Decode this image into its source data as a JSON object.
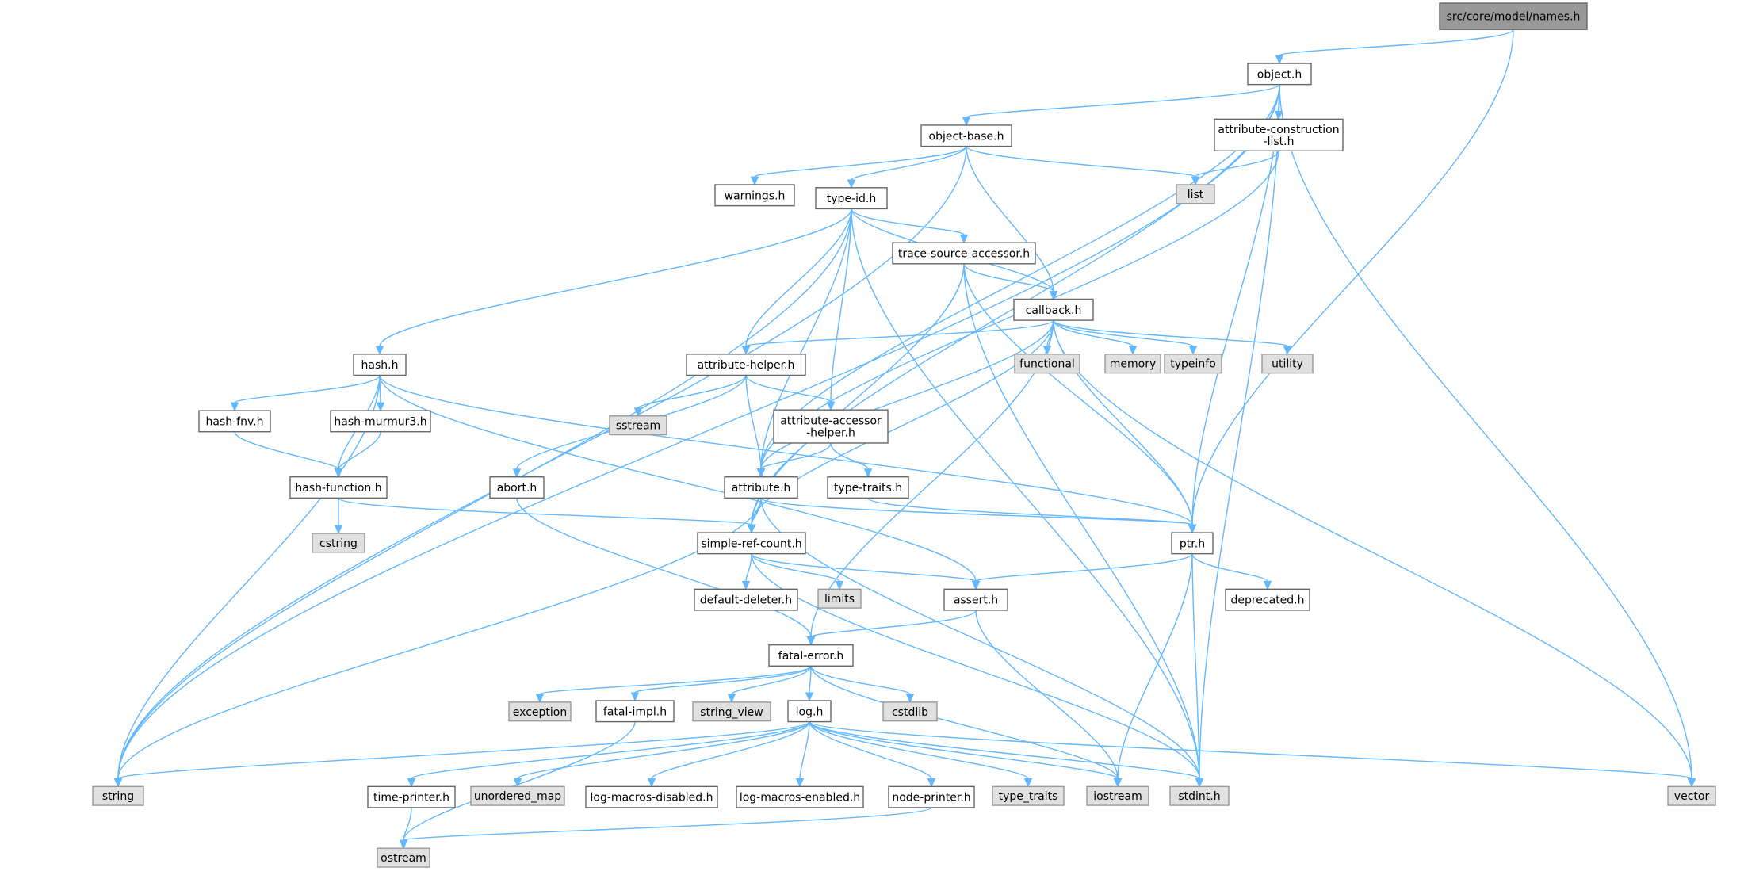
{
  "diagram": {
    "nodes": [
      {
        "id": "names_h",
        "label": "src/core/model/names.h",
        "kind": "root"
      },
      {
        "id": "object_h",
        "label": "object.h",
        "kind": "header"
      },
      {
        "id": "object_base_h",
        "label": "object-base.h",
        "kind": "header"
      },
      {
        "id": "attr_cons_list_h",
        "label": [
          "attribute-construction",
          "-list.h"
        ],
        "kind": "header"
      },
      {
        "id": "list",
        "label": "list",
        "kind": "system"
      },
      {
        "id": "warnings_h",
        "label": "warnings.h",
        "kind": "header"
      },
      {
        "id": "type_id_h",
        "label": "type-id.h",
        "kind": "header"
      },
      {
        "id": "trace_src_acc_h",
        "label": "trace-source-accessor.h",
        "kind": "header"
      },
      {
        "id": "callback_h",
        "label": "callback.h",
        "kind": "header"
      },
      {
        "id": "hash_h",
        "label": "hash.h",
        "kind": "header"
      },
      {
        "id": "attr_helper_h",
        "label": "attribute-helper.h",
        "kind": "header"
      },
      {
        "id": "functional",
        "label": "functional",
        "kind": "system"
      },
      {
        "id": "memory",
        "label": "memory",
        "kind": "system"
      },
      {
        "id": "typeinfo",
        "label": "typeinfo",
        "kind": "system"
      },
      {
        "id": "utility",
        "label": "utility",
        "kind": "system"
      },
      {
        "id": "hash_fnv_h",
        "label": "hash-fnv.h",
        "kind": "header"
      },
      {
        "id": "hash_murmur3_h",
        "label": "hash-murmur3.h",
        "kind": "header"
      },
      {
        "id": "sstream",
        "label": "sstream",
        "kind": "system"
      },
      {
        "id": "attr_acc_helper_h",
        "label": [
          "attribute-accessor",
          "-helper.h"
        ],
        "kind": "header"
      },
      {
        "id": "hash_function_h",
        "label": "hash-function.h",
        "kind": "header"
      },
      {
        "id": "abort_h",
        "label": "abort.h",
        "kind": "header"
      },
      {
        "id": "attribute_h",
        "label": "attribute.h",
        "kind": "header"
      },
      {
        "id": "type_traits_h",
        "label": "type-traits.h",
        "kind": "header"
      },
      {
        "id": "cstring",
        "label": "cstring",
        "kind": "system"
      },
      {
        "id": "simple_ref_count_h",
        "label": "simple-ref-count.h",
        "kind": "header"
      },
      {
        "id": "ptr_h",
        "label": "ptr.h",
        "kind": "header"
      },
      {
        "id": "default_deleter_h",
        "label": "default-deleter.h",
        "kind": "header"
      },
      {
        "id": "limits",
        "label": "limits",
        "kind": "system"
      },
      {
        "id": "assert_h",
        "label": "assert.h",
        "kind": "header"
      },
      {
        "id": "deprecated_h",
        "label": "deprecated.h",
        "kind": "header"
      },
      {
        "id": "fatal_error_h",
        "label": "fatal-error.h",
        "kind": "header"
      },
      {
        "id": "exception",
        "label": "exception",
        "kind": "system"
      },
      {
        "id": "fatal_impl_h",
        "label": "fatal-impl.h",
        "kind": "header"
      },
      {
        "id": "string_view",
        "label": "string_view",
        "kind": "system"
      },
      {
        "id": "log_h",
        "label": "log.h",
        "kind": "header"
      },
      {
        "id": "cstdlib",
        "label": "cstdlib",
        "kind": "system"
      },
      {
        "id": "string",
        "label": "string",
        "kind": "system"
      },
      {
        "id": "time_printer_h",
        "label": "time-printer.h",
        "kind": "header"
      },
      {
        "id": "unordered_map",
        "label": "unordered_map",
        "kind": "system"
      },
      {
        "id": "log_macros_disabled_h",
        "label": "log-macros-disabled.h",
        "kind": "header"
      },
      {
        "id": "log_macros_enabled_h",
        "label": "log-macros-enabled.h",
        "kind": "header"
      },
      {
        "id": "node_printer_h",
        "label": "node-printer.h",
        "kind": "header"
      },
      {
        "id": "type_traits",
        "label": "type_traits",
        "kind": "system"
      },
      {
        "id": "iostream",
        "label": "iostream",
        "kind": "system"
      },
      {
        "id": "stdint_h",
        "label": "stdint.h",
        "kind": "system"
      },
      {
        "id": "vector",
        "label": "vector",
        "kind": "system"
      },
      {
        "id": "ostream",
        "label": "ostream",
        "kind": "system"
      }
    ],
    "edges": [
      [
        "names_h",
        "object_h"
      ],
      [
        "names_h",
        "ptr_h"
      ],
      [
        "object_h",
        "object_base_h"
      ],
      [
        "object_h",
        "attr_cons_list_h"
      ],
      [
        "object_h",
        "string"
      ],
      [
        "object_h",
        "simple_ref_count_h"
      ],
      [
        "object_h",
        "attribute_h"
      ],
      [
        "object_h",
        "ptr_h"
      ],
      [
        "object_h",
        "stdint_h"
      ],
      [
        "object_h",
        "vector"
      ],
      [
        "attr_cons_list_h",
        "list"
      ],
      [
        "attr_cons_list_h",
        "attribute_h"
      ],
      [
        "object_base_h",
        "string"
      ],
      [
        "object_base_h",
        "warnings_h"
      ],
      [
        "object_base_h",
        "type_id_h"
      ],
      [
        "object_base_h",
        "list"
      ],
      [
        "object_base_h",
        "callback_h"
      ],
      [
        "type_id_h",
        "string"
      ],
      [
        "type_id_h",
        "hash_h"
      ],
      [
        "type_id_h",
        "attr_helper_h"
      ],
      [
        "type_id_h",
        "attr_acc_helper_h"
      ],
      [
        "type_id_h",
        "attribute_h"
      ],
      [
        "type_id_h",
        "callback_h"
      ],
      [
        "type_id_h",
        "trace_src_acc_h"
      ],
      [
        "type_id_h",
        "stdint_h"
      ],
      [
        "trace_src_acc_h",
        "callback_h"
      ],
      [
        "trace_src_acc_h",
        "simple_ref_count_h"
      ],
      [
        "trace_src_acc_h",
        "ptr_h"
      ],
      [
        "trace_src_acc_h",
        "stdint_h"
      ],
      [
        "callback_h",
        "attr_helper_h"
      ],
      [
        "callback_h",
        "attribute_h"
      ],
      [
        "callback_h",
        "simple_ref_count_h"
      ],
      [
        "callback_h",
        "fatal_error_h"
      ],
      [
        "callback_h",
        "functional"
      ],
      [
        "callback_h",
        "memory"
      ],
      [
        "callback_h",
        "typeinfo"
      ],
      [
        "callback_h",
        "utility"
      ],
      [
        "callback_h",
        "ptr_h"
      ],
      [
        "callback_h",
        "vector"
      ],
      [
        "hash_h",
        "hash_fnv_h"
      ],
      [
        "hash_h",
        "hash_murmur3_h"
      ],
      [
        "hash_h",
        "hash_function_h"
      ],
      [
        "hash_h",
        "string"
      ],
      [
        "hash_h",
        "assert_h"
      ],
      [
        "hash_h",
        "ptr_h"
      ],
      [
        "hash_fnv_h",
        "hash_function_h"
      ],
      [
        "hash_murmur3_h",
        "hash_function_h"
      ],
      [
        "hash_function_h",
        "cstring"
      ],
      [
        "hash_function_h",
        "simple_ref_count_h"
      ],
      [
        "attr_helper_h",
        "sstream"
      ],
      [
        "attr_helper_h",
        "attr_acc_helper_h"
      ],
      [
        "attr_helper_h",
        "attribute_h"
      ],
      [
        "attr_helper_h",
        "abort_h"
      ],
      [
        "attr_acc_helper_h",
        "attribute_h"
      ],
      [
        "attr_acc_helper_h",
        "type_traits_h"
      ],
      [
        "type_traits_h",
        "ptr_h"
      ],
      [
        "attribute_h",
        "string"
      ],
      [
        "attribute_h",
        "simple_ref_count_h"
      ],
      [
        "attribute_h",
        "ptr_h"
      ],
      [
        "attribute_h",
        "stdint_h"
      ],
      [
        "abort_h",
        "fatal_error_h"
      ],
      [
        "simple_ref_count_h",
        "default_deleter_h"
      ],
      [
        "simple_ref_count_h",
        "limits"
      ],
      [
        "simple_ref_count_h",
        "assert_h"
      ],
      [
        "simple_ref_count_h",
        "stdint_h"
      ],
      [
        "ptr_h",
        "assert_h"
      ],
      [
        "ptr_h",
        "deprecated_h"
      ],
      [
        "ptr_h",
        "iostream"
      ],
      [
        "ptr_h",
        "stdint_h"
      ],
      [
        "assert_h",
        "fatal_error_h"
      ],
      [
        "assert_h",
        "iostream"
      ],
      [
        "fatal_error_h",
        "exception"
      ],
      [
        "fatal_error_h",
        "fatal_impl_h"
      ],
      [
        "fatal_error_h",
        "string_view"
      ],
      [
        "fatal_error_h",
        "log_h"
      ],
      [
        "fatal_error_h",
        "cstdlib"
      ],
      [
        "fatal_error_h",
        "iostream"
      ],
      [
        "fatal_impl_h",
        "ostream"
      ],
      [
        "log_h",
        "string"
      ],
      [
        "log_h",
        "time_printer_h"
      ],
      [
        "log_h",
        "unordered_map"
      ],
      [
        "log_h",
        "log_macros_disabled_h"
      ],
      [
        "log_h",
        "log_macros_enabled_h"
      ],
      [
        "log_h",
        "node_printer_h"
      ],
      [
        "log_h",
        "type_traits"
      ],
      [
        "log_h",
        "iostream"
      ],
      [
        "log_h",
        "stdint_h"
      ],
      [
        "log_h",
        "vector"
      ],
      [
        "time_printer_h",
        "ostream"
      ],
      [
        "node_printer_h",
        "ostream"
      ]
    ],
    "colors": {
      "edge": "#63b8ff",
      "header_fill": "#ffffff",
      "system_fill": "#e0e0e0",
      "root_fill": "#999999",
      "border": "#666666"
    }
  }
}
